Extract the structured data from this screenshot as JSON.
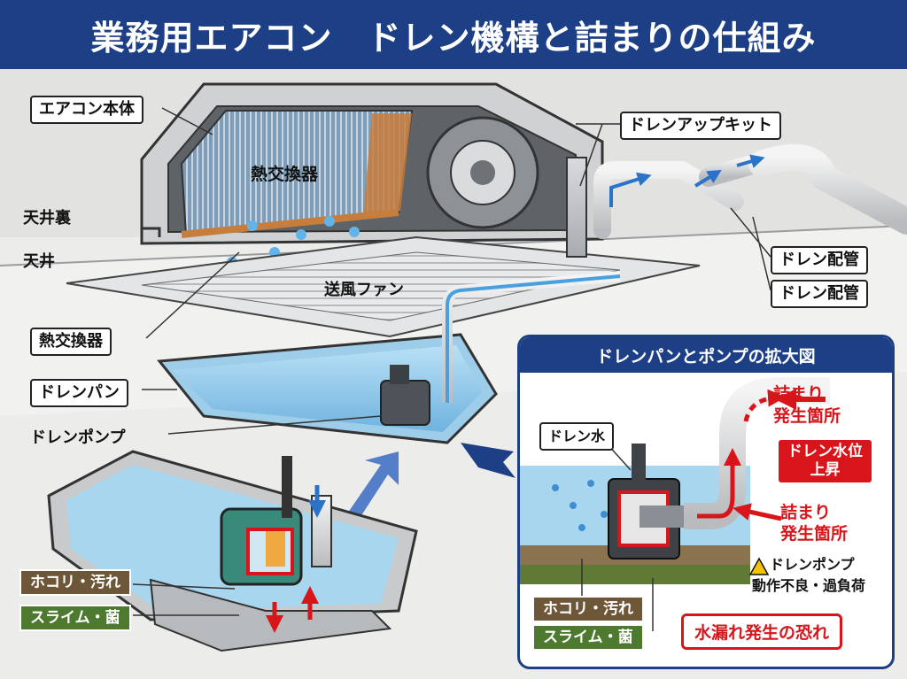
{
  "title": "業務用エアコン　ドレン機構と詰まりの仕組み",
  "labels": {
    "unit_body": "エアコン本体",
    "heat_exchanger_top": "熱交換器",
    "ceiling_space": "天井裏",
    "ceiling": "天井",
    "drain_up_kit": "ドレンアップキット",
    "drain_pipe_1": "ドレン配管",
    "drain_pipe_2": "ドレン配管",
    "blower_fan": "送風ファン",
    "heat_exchanger_left": "熱交換器",
    "drain_pan": "ドレンパン",
    "drain_pump": "ドレンポンプ",
    "dust_left": "ホコリ・汚れ",
    "slime_left": "スライム・菌"
  },
  "zoom": {
    "title": "ドレンパンとポンプの拡大図",
    "drain_water": "ドレン水",
    "clog_1_line1": "詰まり",
    "clog_1_line2": "発生箇所",
    "level_rise_line1": "ドレン水位",
    "level_rise_line2": "上昇",
    "clog_2_line1": "詰まり",
    "clog_2_line2": "発生箇所",
    "warning_icon": "warning-triangle-icon",
    "warn_line1": "ドレンポンプ",
    "warn_line2": "動作不良・過負荷",
    "dust": "ホコリ・汚れ",
    "slime": "スライム・菌",
    "leak": "水漏れ発生の恐れ"
  },
  "colors": {
    "title_bar": "#1d3f86",
    "alert_red": "#d7151a",
    "water": "#8ec9ea",
    "dust_tag": "#6e5638",
    "slime_tag": "#4d7a2e"
  }
}
